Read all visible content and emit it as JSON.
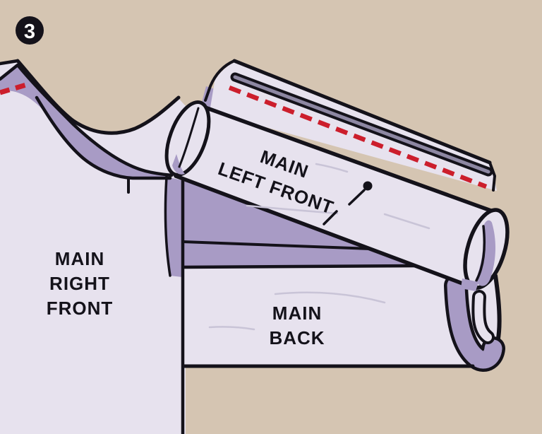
{
  "figure": {
    "type": "sewing-pattern-instruction-illustration",
    "step": {
      "number": "3"
    }
  },
  "labels": {
    "right_front": {
      "lines": [
        "MAIN",
        "RIGHT",
        "FRONT"
      ]
    },
    "left_front": {
      "lines": [
        "MAIN",
        "LEFT FRONT"
      ]
    },
    "back": {
      "lines": [
        "MAIN",
        "BACK"
      ]
    }
  },
  "icons": {
    "pin": "straight-pin-icon",
    "stitching": "red-dashed-stitch-line"
  },
  "colors": {
    "background": "#d5c5b2",
    "fabric_light": "#e7e2ee",
    "fabric_inside": "#a89bc5",
    "seam_gray": "#8d87a2",
    "stitch_red": "#cc1e2c",
    "outline": "#14121a",
    "crease": "#c9c4d7"
  }
}
